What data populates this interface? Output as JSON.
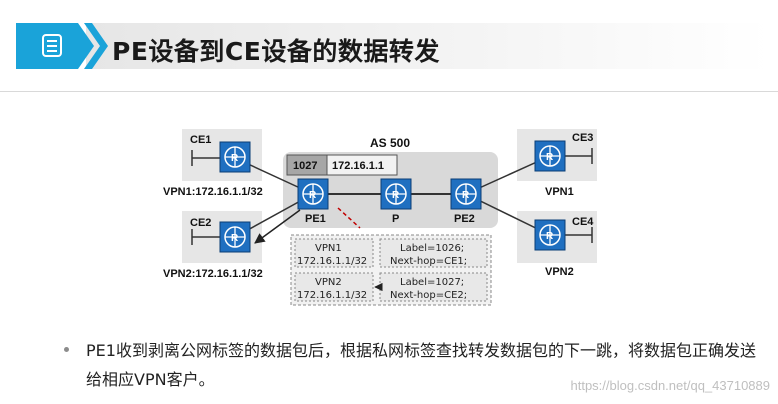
{
  "header": {
    "title": "PE设备到CE设备的数据转发",
    "icon": "document-icon",
    "accent_color": "#1aa3d9"
  },
  "diagram": {
    "as_label": "AS 500",
    "label_stack": {
      "label": "1027",
      "address": "172.16.1.1"
    },
    "nodes": {
      "ce1": "CE1",
      "ce2": "CE2",
      "ce3": "CE3",
      "ce4": "CE4",
      "pe1": "PE1",
      "p": "P",
      "pe2": "PE2"
    },
    "site_labels": {
      "left_top": "VPN1:172.16.1.1/32",
      "left_bottom": "VPN2:172.16.1.1/32",
      "right_top": "VPN1",
      "right_bottom": "VPN2"
    },
    "vrf_table": {
      "rows": [
        {
          "vpn": "VPN1",
          "prefix": "172.16.1.1/32",
          "label": "Label=1026;",
          "next_hop": "Next-hop=CE1;"
        },
        {
          "vpn": "VPN2",
          "prefix": "172.16.1.1/32",
          "label": "Label=1027;",
          "next_hop": "Next-hop=CE2;"
        }
      ]
    },
    "colors": {
      "router": "#1f6fc0",
      "site_bg": "#e6e6e6",
      "as_bg": "#d9d9d9",
      "dash_line": "#c00000"
    }
  },
  "bullet": {
    "text": "PE1收到剥离公网标签的数据包后，根据私网标签查找转发数据包的下一跳，将数据包正确发送给相应VPN客户。"
  },
  "watermark": "https://blog.csdn.net/qq_43710889"
}
